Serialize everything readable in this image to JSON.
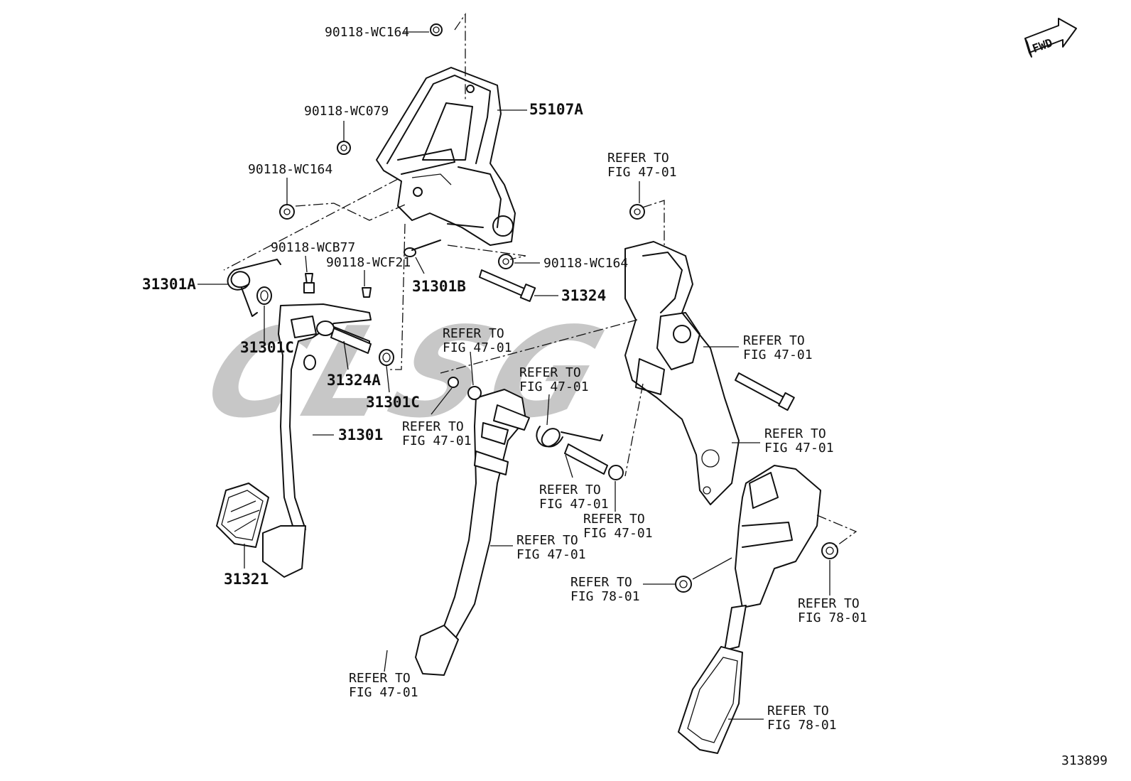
{
  "diagram_id": "313899",
  "watermark": "CLSG",
  "fwd_label": "FWD",
  "labels": {
    "nut_top": "90118-WC164",
    "bracket": "55107A",
    "nut_wc079": "90118-WC079",
    "nut_left": "90118-WC164",
    "clip_wcb77": "90118-WCB77",
    "stop_wcf21": "90118-WCF21",
    "spring": "31301A",
    "bolt_31301b": "31301B",
    "nut_right": "90118-WC164",
    "bolt_31324": "31324",
    "bush_left": "31301C",
    "collar": "31324A",
    "bush_right": "31301C",
    "clutch_pedal": "31301",
    "pad": "31321",
    "ref_top_line1": "REFER TO",
    "ref_top_line2": "FIG 47-01",
    "ref_mid_line1": "REFER TO",
    "ref_mid_line2": "FIG 47-01",
    "ref_spring_line1": "REFER TO",
    "ref_spring_line2": "FIG 47-01",
    "ref_nutleft_line1": "REFER TO",
    "ref_nutleft_line2": "FIG 47-01",
    "ref_bolt_line1": "REFER TO",
    "ref_bolt_line2": "FIG 47-01",
    "ref_bracket2_line1": "REFER TO",
    "ref_bracket2_line2": "FIG 47-01",
    "ref_pin_line1": "REFER TO",
    "ref_pin_line2": "FIG 47-01",
    "ref_bush2_line1": "REFER TO",
    "ref_bush2_line2": "FIG 47-01",
    "ref_brake_line1": "REFER TO",
    "ref_brake_line2": "FIG 47-01",
    "ref_nut78_line1": "REFER TO",
    "ref_nut78_line2": "FIG 78-01",
    "ref_nut78r_line1": "REFER TO",
    "ref_nut78r_line2": "FIG 78-01",
    "ref_pad2_line1": "REFER TO",
    "ref_pad2_line2": "FIG 47-01",
    "ref_accel_line1": "REFER TO",
    "ref_accel_line2": "FIG 78-01"
  }
}
